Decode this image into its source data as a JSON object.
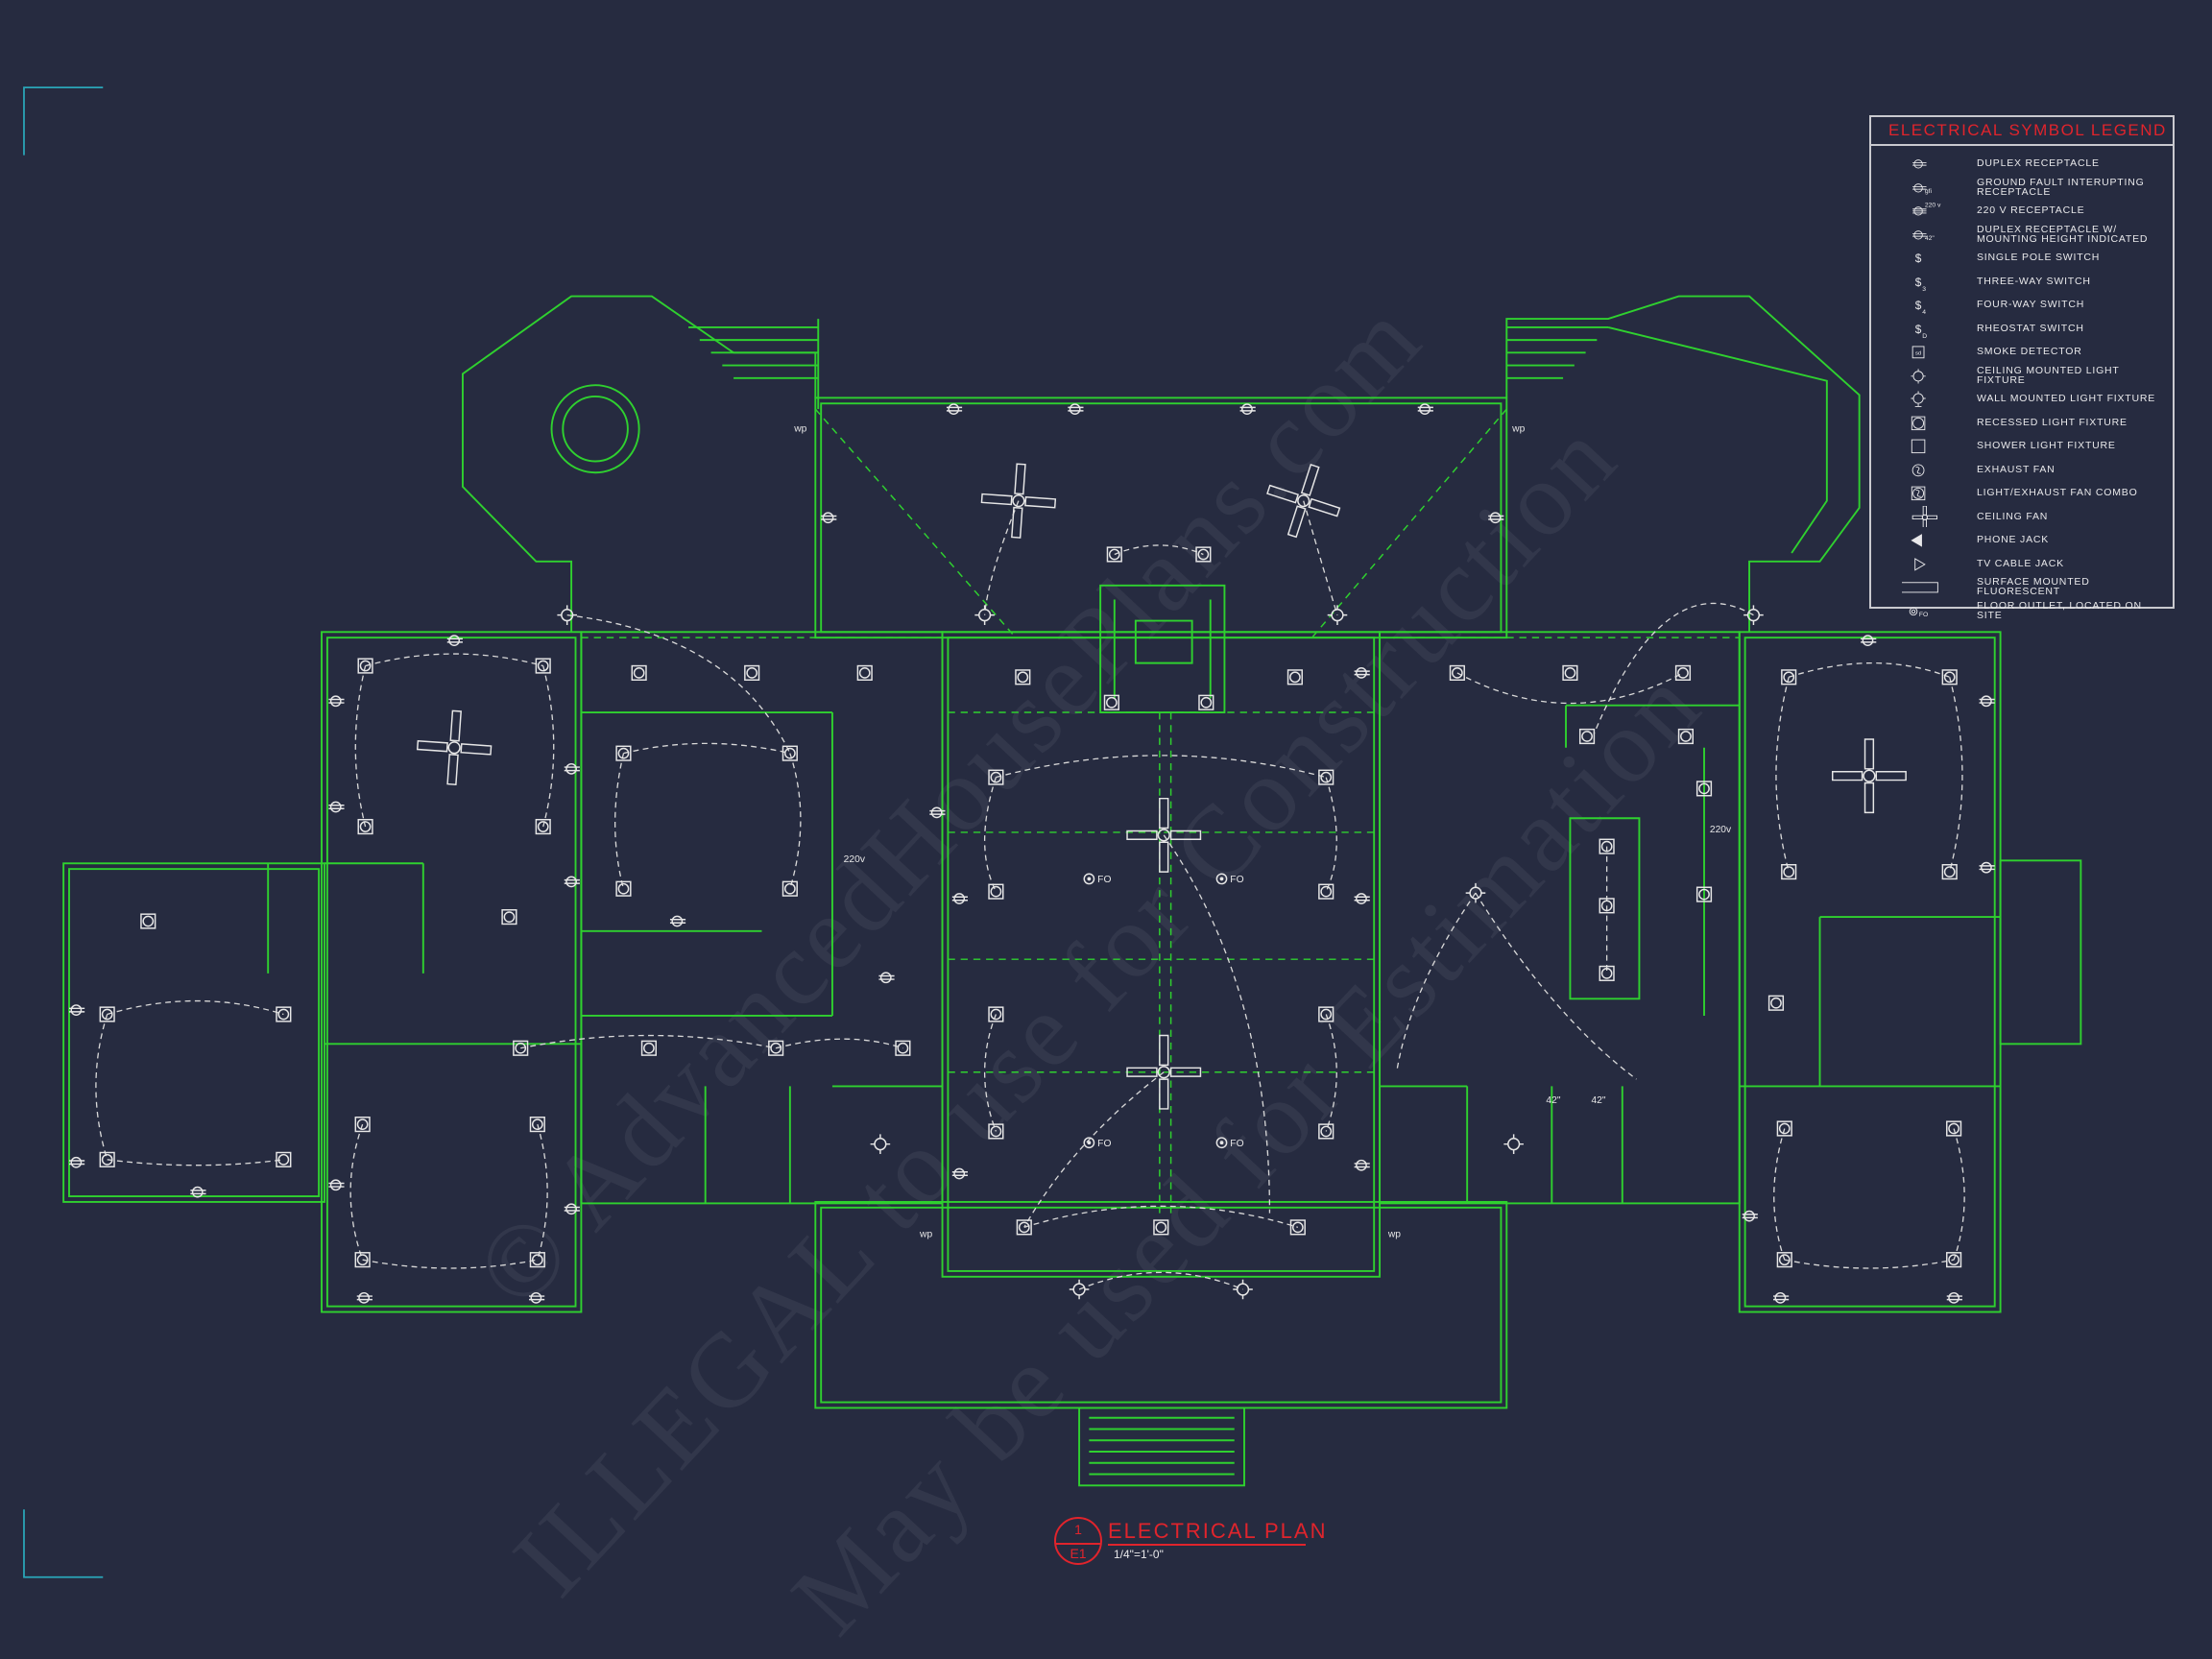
{
  "legend": {
    "title": "ELECTRICAL SYMBOL LEGEND",
    "items": [
      {
        "icon": "duplex-receptacle-icon",
        "label": "DUPLEX RECEPTACLE",
        "suffix": ""
      },
      {
        "icon": "gfi-receptacle-icon",
        "label": "GROUND FAULT INTERUPTING RECEPTACLE",
        "suffix": "gfi"
      },
      {
        "icon": "220v-receptacle-icon",
        "label": "220 V RECEPTACLE",
        "suffix": "220 v"
      },
      {
        "icon": "receptacle-height-icon",
        "label": "DUPLEX RECEPTACLE W/ MOUNTING HEIGHT INDICATED",
        "suffix": "42\""
      },
      {
        "icon": "single-pole-switch-icon",
        "label": "SINGLE POLE SWITCH",
        "suffix": ""
      },
      {
        "icon": "three-way-switch-icon",
        "label": "THREE-WAY SWITCH",
        "suffix": "3"
      },
      {
        "icon": "four-way-switch-icon",
        "label": "FOUR-WAY SWITCH",
        "suffix": "4"
      },
      {
        "icon": "rheostat-switch-icon",
        "label": "RHEOSTAT SWITCH",
        "suffix": "D"
      },
      {
        "icon": "smoke-detector-icon",
        "label": "SMOKE DETECTOR",
        "suffix": "sd"
      },
      {
        "icon": "ceiling-light-icon",
        "label": "CEILING MOUNTED LIGHT FIXTURE",
        "suffix": ""
      },
      {
        "icon": "wall-light-icon",
        "label": "WALL MOUNTED LIGHT FIXTURE",
        "suffix": ""
      },
      {
        "icon": "recessed-light-icon",
        "label": "RECESSED LIGHT FIXTURE",
        "suffix": ""
      },
      {
        "icon": "shower-light-icon",
        "label": "SHOWER LIGHT FIXTURE",
        "suffix": ""
      },
      {
        "icon": "exhaust-fan-icon",
        "label": "EXHAUST FAN",
        "suffix": ""
      },
      {
        "icon": "light-exhaust-combo-icon",
        "label": "LIGHT/EXHAUST FAN COMBO",
        "suffix": ""
      },
      {
        "icon": "ceiling-fan-icon",
        "label": "CEILING FAN",
        "suffix": ""
      },
      {
        "icon": "phone-jack-icon",
        "label": "PHONE JACK",
        "suffix": ""
      },
      {
        "icon": "tv-cable-jack-icon",
        "label": "TV CABLE JACK",
        "suffix": ""
      },
      {
        "icon": "fluorescent-icon",
        "label": "SURFACE MOUNTED FLUORESCENT",
        "suffix": ""
      },
      {
        "icon": "floor-outlet-icon",
        "label": "FLOOR OUTLET, LOCATED ON SITE",
        "suffix": "FO"
      }
    ]
  },
  "plan_labels": {
    "floor_outlet": "FO",
    "weatherproof": "wp",
    "v220": "220v",
    "h42": "42\""
  },
  "title_block": {
    "detail_number": "1",
    "sheet": "E1",
    "title": "ELECTRICAL PLAN",
    "scale": "1/4\"=1'-0\""
  },
  "watermark": {
    "line1": "© AdvancedHousePlans.com",
    "line2": "ILLEGAL to use for Construction",
    "line3": "May be used for Estimation"
  },
  "colors": {
    "background": "#262b40",
    "walls": "#2fd12f",
    "wiring": "#d8d8d8",
    "title_red": "#e0242c",
    "corner_marks": "#2aa6b8"
  }
}
